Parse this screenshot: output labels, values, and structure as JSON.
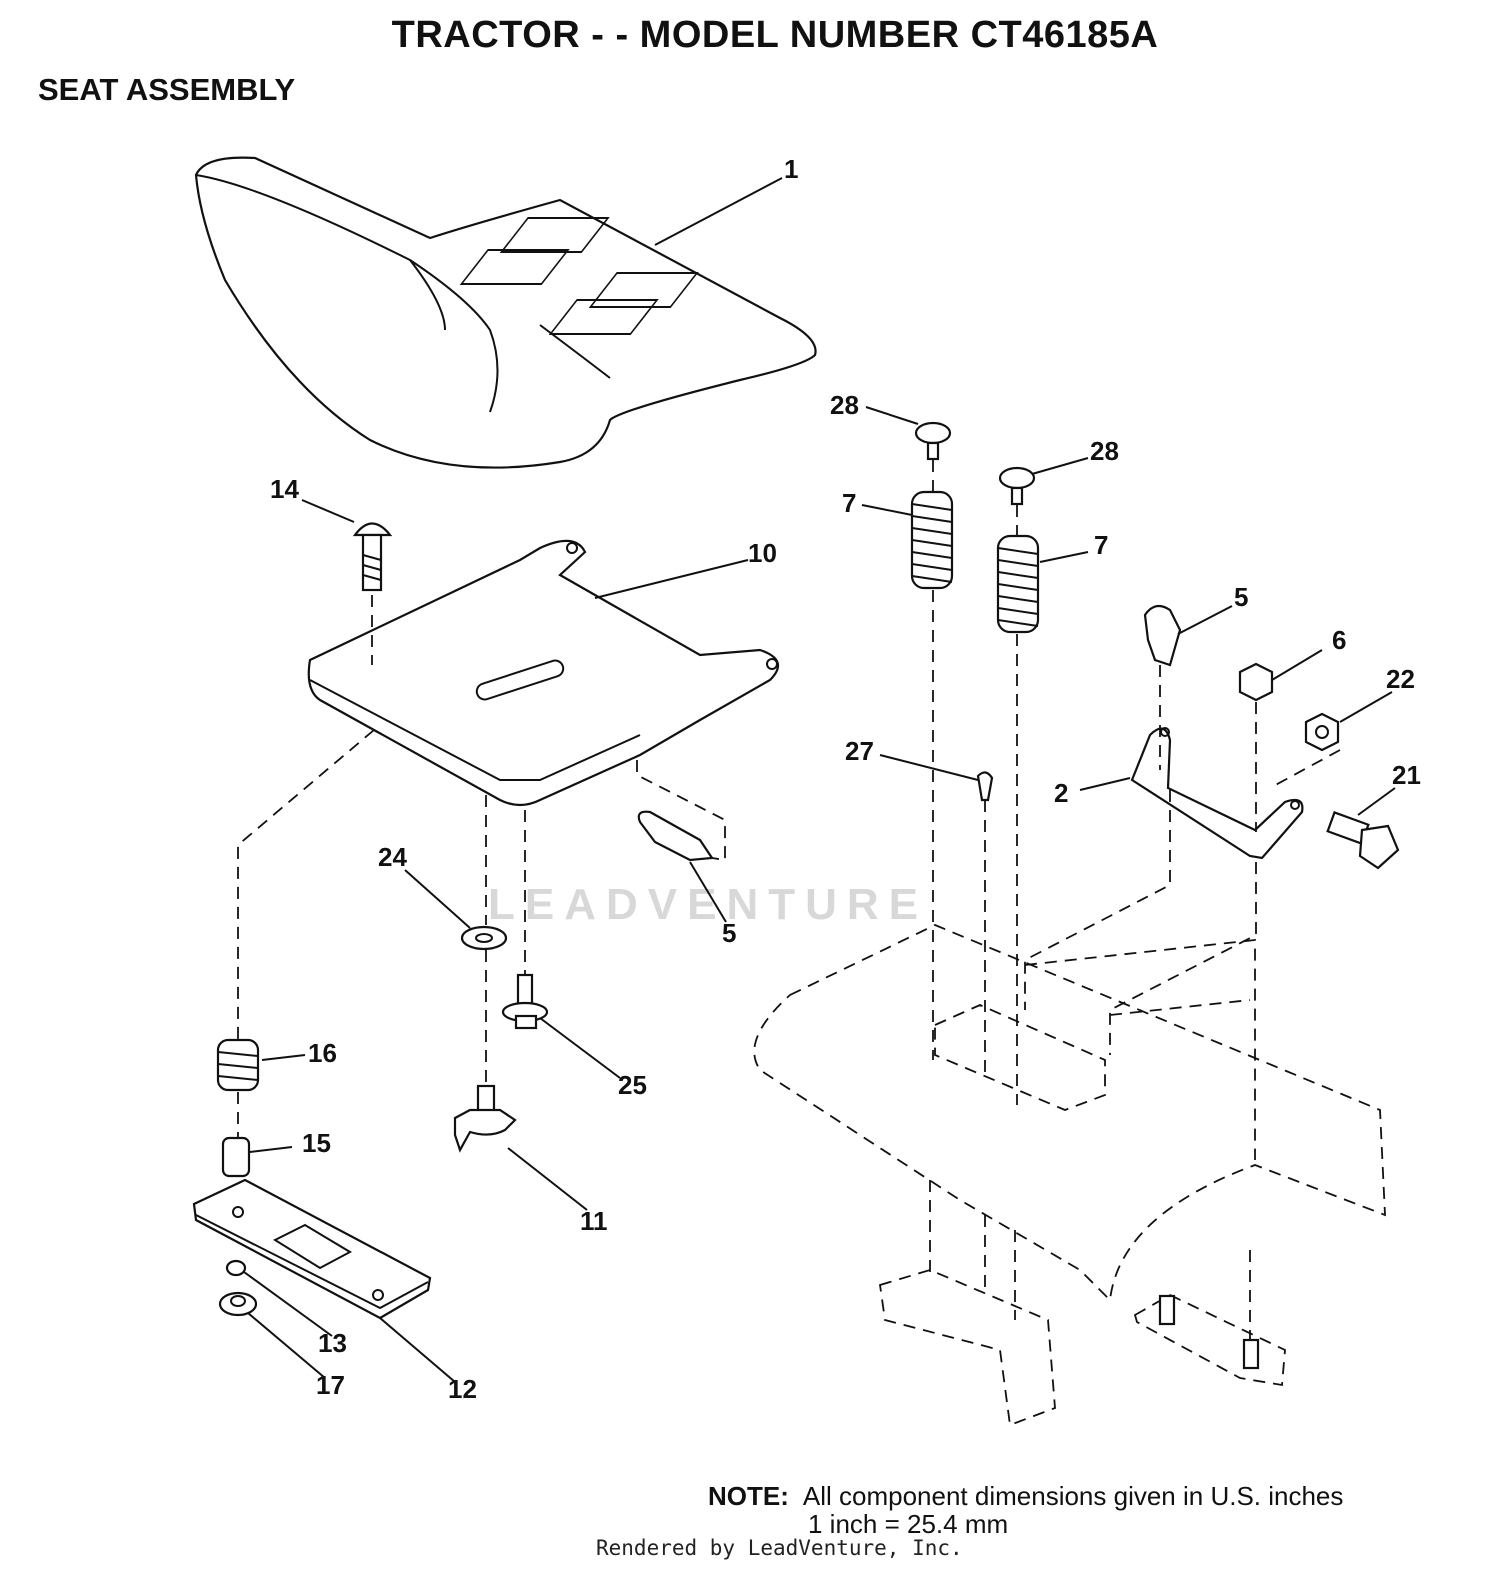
{
  "header": {
    "title": "TRACTOR - - MODEL NUMBER CT46185A",
    "subtitle": "SEAT ASSEMBLY"
  },
  "callouts": [
    {
      "id": "c1",
      "label": "1"
    },
    {
      "id": "c2",
      "label": "2"
    },
    {
      "id": "c5a",
      "label": "5"
    },
    {
      "id": "c5b",
      "label": "5"
    },
    {
      "id": "c6",
      "label": "6"
    },
    {
      "id": "c7a",
      "label": "7"
    },
    {
      "id": "c7b",
      "label": "7"
    },
    {
      "id": "c10",
      "label": "10"
    },
    {
      "id": "c11",
      "label": "11"
    },
    {
      "id": "c12",
      "label": "12"
    },
    {
      "id": "c13",
      "label": "13"
    },
    {
      "id": "c14",
      "label": "14"
    },
    {
      "id": "c15",
      "label": "15"
    },
    {
      "id": "c16",
      "label": "16"
    },
    {
      "id": "c17",
      "label": "17"
    },
    {
      "id": "c21",
      "label": "21"
    },
    {
      "id": "c22",
      "label": "22"
    },
    {
      "id": "c24",
      "label": "24"
    },
    {
      "id": "c25",
      "label": "25"
    },
    {
      "id": "c27",
      "label": "27"
    },
    {
      "id": "c28a",
      "label": "28"
    },
    {
      "id": "c28b",
      "label": "28"
    }
  ],
  "note": {
    "heading": "NOTE:",
    "line1": "All component dimensions given in U.S. inches",
    "line2": "1 inch = 25.4 mm"
  },
  "footer": "Rendered by LeadVenture, Inc.",
  "watermark": "LEADVENTURE"
}
